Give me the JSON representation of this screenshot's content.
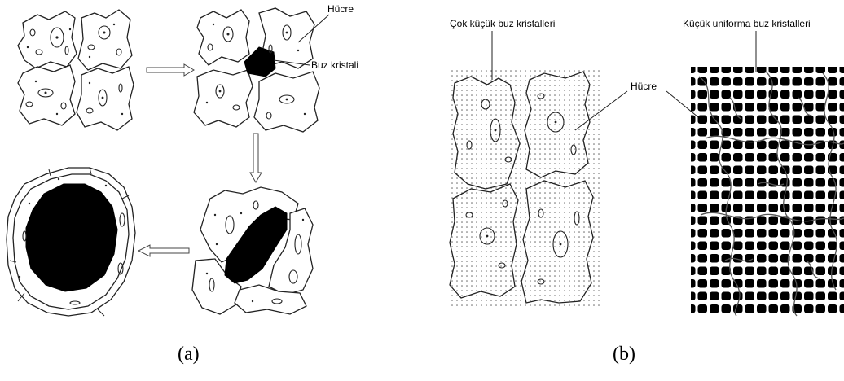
{
  "panel_a": {
    "label_cell": "Hücre",
    "label_ice": "Buz kristali",
    "caption": "(a)"
  },
  "panel_b": {
    "label_tiny_crystals": "Çok küçük buz kristalleri",
    "label_small_uniform_crystals": "Küçük uniforma buz kristalleri",
    "label_cell": "Hücre",
    "caption": "(b)"
  },
  "colors": {
    "ice": "#000000",
    "outline": "#222222",
    "background": "#ffffff"
  }
}
